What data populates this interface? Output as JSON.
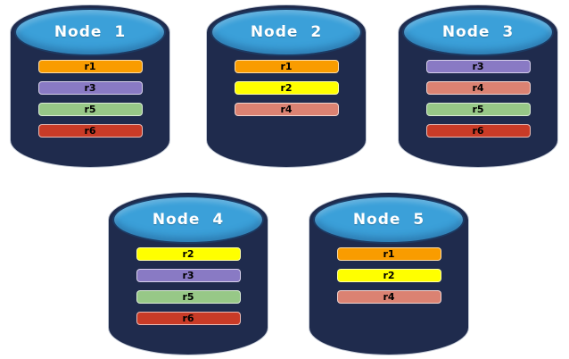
{
  "diagram_title": "",
  "colors": {
    "background": "#FFFFFF",
    "cylinder_body": "#1F2B4D",
    "cylinder_top_ellipse": "#3BA0D9",
    "node_label_text": "#FFFFFF",
    "bar_label_text": "#000000"
  },
  "replica_colors": {
    "r1": "#F99C00",
    "r2": "#FFFF00",
    "r3": "#897AC4",
    "r4": "#DB8272",
    "r5": "#97C887",
    "r6": "#C93B27"
  },
  "nodes": [
    {
      "label": "Node 1",
      "replicas": [
        "r1",
        "r3",
        "r5",
        "r6"
      ]
    },
    {
      "label": "Node 2",
      "replicas": [
        "r1",
        "r2",
        "r4"
      ]
    },
    {
      "label": "Node 3",
      "replicas": [
        "r3",
        "r4",
        "r5",
        "r6"
      ]
    },
    {
      "label": "Node 4",
      "replicas": [
        "r2",
        "r3",
        "r5",
        "r6"
      ]
    },
    {
      "label": "Node 5",
      "replicas": [
        "r1",
        "r2",
        "r4"
      ]
    }
  ]
}
